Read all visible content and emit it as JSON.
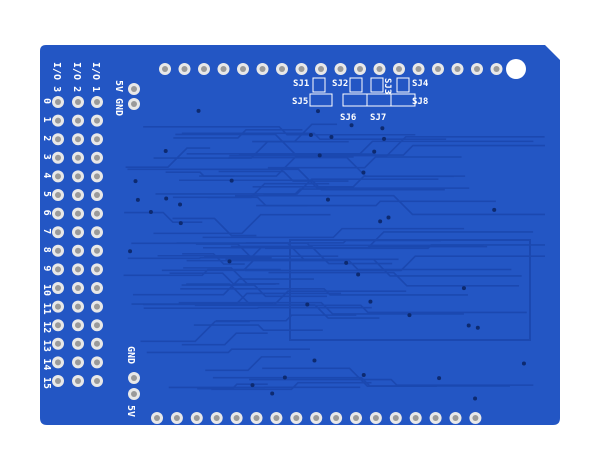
{
  "colors": {
    "board": "#2356c4",
    "trace": "#1b48b0",
    "pad": "#e8e8e8",
    "hole": "#9a9a9a",
    "silk": "#ffffff"
  },
  "column_labels": [
    "I/O 3",
    "I/O 2",
    "I/O 1"
  ],
  "row_labels": [
    "0",
    "1",
    "2",
    "3",
    "4",
    "5",
    "6",
    "7",
    "8",
    "9",
    "10",
    "11",
    "12",
    "13",
    "14",
    "15"
  ],
  "power_top": {
    "a": "5V",
    "b": "GND"
  },
  "power_bottom": {
    "a": "GND",
    "b": "5V"
  },
  "jumpers": [
    "SJ1",
    "SJ2",
    "SJ3",
    "SJ4",
    "SJ5",
    "SJ6",
    "SJ7",
    "SJ8"
  ]
}
